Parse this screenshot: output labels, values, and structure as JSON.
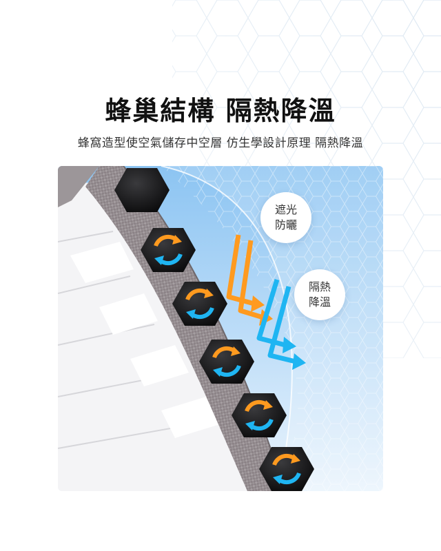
{
  "title": "蜂巢結構  隔熱降溫",
  "subtitle": "蜂窩造型使空氣儲存中空層   仿生學設計原理 隔熱降溫",
  "badges": [
    {
      "line1": "遮光",
      "line2": "防曬"
    },
    {
      "line1": "隔熱",
      "line2": "降溫"
    }
  ],
  "colors": {
    "sky_top": "#8cc4f2",
    "sky_bottom": "#e9f4fd",
    "arrow_orange": "#ff9a1f",
    "arrow_blue": "#1fb5f2",
    "fabric_dark": "#8b8286",
    "hex_black": "#1d1d1f"
  },
  "icons": [
    "hexagon-pattern",
    "orange-arrow-icon",
    "blue-arrow-icon",
    "circular-airflow-icon"
  ]
}
